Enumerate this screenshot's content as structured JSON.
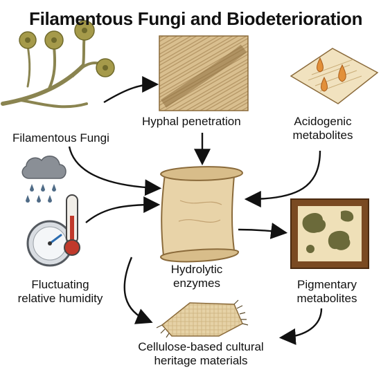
{
  "title": "Filamentous Fungi and Biodeterioration",
  "nodes": {
    "fungi": "Filamentous Fungi",
    "hyphal": "Hyphal penetration",
    "acidogenic_1": "Acidogenic",
    "acidogenic_2": "metabolites",
    "humidity_1": "Fluctuating",
    "humidity_2": "relative humidity",
    "hydrolytic_1": "Hydrolytic",
    "hydrolytic_2": "enzymes",
    "pigmentary_1": "Pigmentary",
    "pigmentary_2": "metabolites",
    "cellulose_1": "Cellulose-based cultural",
    "cellulose_2": "heritage materials"
  },
  "colors": {
    "text": "#111111",
    "parchment": "#e8d3a8",
    "parchment_edge": "#8a6a3a",
    "fungus_stem": "#8a8450",
    "fungus_head": "#a59a4a",
    "droplet": "#e2903a",
    "cloud": "#8a8f96",
    "rain": "#4f6b86",
    "frame": "#7a4a22",
    "mold": "#6b6a3a",
    "arrow": "#111111"
  },
  "icons": [
    "fungal-sporangia-icon",
    "hyphae-fibers-icon",
    "acid-droplets-paper-icon",
    "rain-cloud-icon",
    "thermometer-icon",
    "hygrometer-gauge-icon",
    "parchment-scroll-icon",
    "framed-mold-stain-icon",
    "cellulose-textile-icon"
  ]
}
